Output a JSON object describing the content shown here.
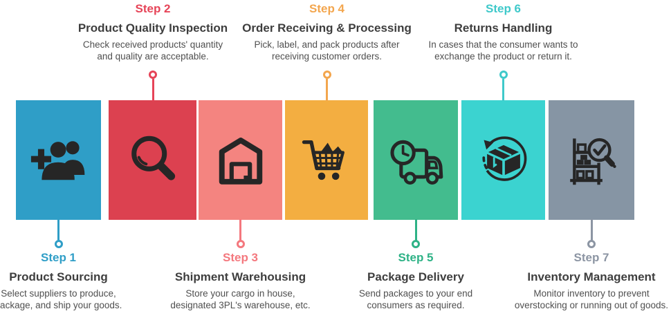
{
  "page": {
    "background": "#ffffff",
    "title_color": "#3e3e3e",
    "description_color": "#4f4f4f",
    "icon_color": "#262626"
  },
  "steps": [
    {
      "label": "Step 1",
      "title": "Product Sourcing",
      "description": "Select suppliers to produce, package, and ship your goods.",
      "accent": "#2f9ec7",
      "block_color": "#2f9ec7",
      "icon": "add-users-icon",
      "label_position": "below"
    },
    {
      "label": "Step 2",
      "title": "Product Quality Inspection",
      "description": "Check received products' quantity and quality are acceptable.",
      "accent": "#e64458",
      "block_color": "#dc4150",
      "icon": "magnifier-icon",
      "label_position": "above"
    },
    {
      "label": "Step 3",
      "title": "Shipment Warehousing",
      "description": "Store your cargo in house, designated 3PL's warehouse, etc.",
      "accent": "#f4787e",
      "block_color": "#f48480",
      "icon": "warehouse-icon",
      "label_position": "below"
    },
    {
      "label": "Step 4",
      "title": "Order Receiving & Processing",
      "description": "Pick, label, and pack products after receiving customer orders.",
      "accent": "#f3a64e",
      "block_color": "#f3ae41",
      "icon": "shopping-cart-icon",
      "label_position": "above"
    },
    {
      "label": "Step 5",
      "title": "Package Delivery",
      "description": "Send packages to your end consumers as required.",
      "accent": "#2eb286",
      "block_color": "#43bc8e",
      "icon": "delivery-truck-icon",
      "label_position": "below"
    },
    {
      "label": "Step 6",
      "title": "Returns Handling",
      "description": "In cases that the consumer wants to exchange the product or return it.",
      "accent": "#3fc9ca",
      "block_color": "#3bd3d0",
      "icon": "return-box-icon",
      "label_position": "above"
    },
    {
      "label": "Step 7",
      "title": "Inventory Management",
      "description": "Monitor inventory to prevent overstocking or running out of goods.",
      "accent": "#8c95a3",
      "block_color": "#8695a4",
      "icon": "inventory-check-icon",
      "label_position": "below"
    }
  ]
}
